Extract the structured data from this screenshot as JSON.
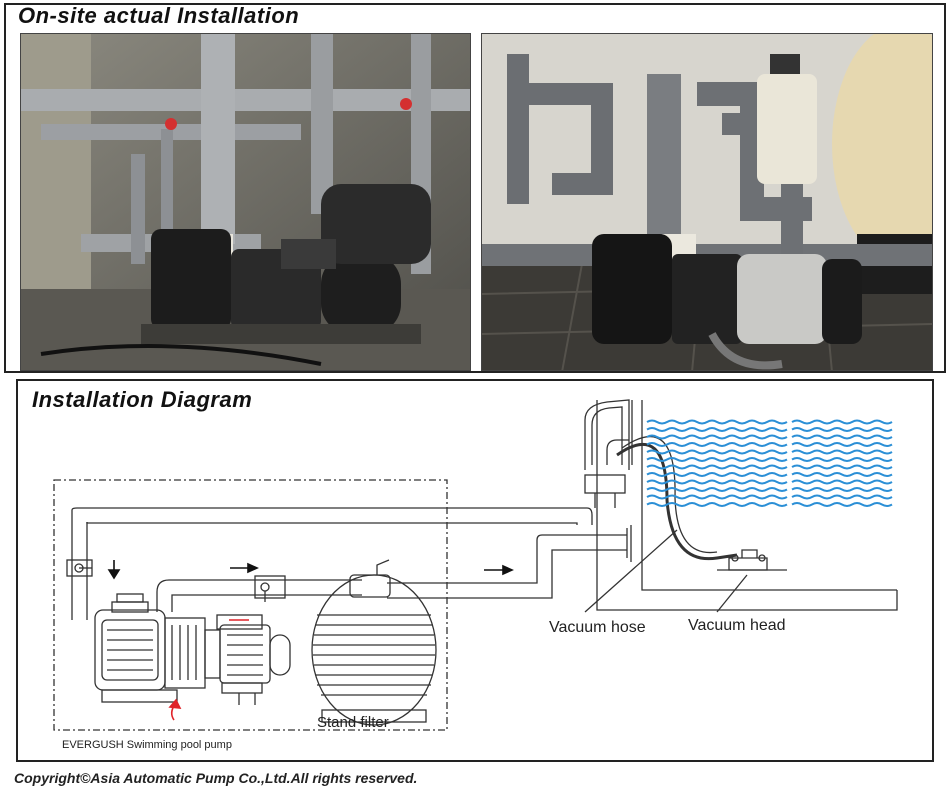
{
  "top_section": {
    "title": "On-site actual Installation"
  },
  "bottom_section": {
    "title": "Installation Diagram"
  },
  "diagram": {
    "labels": {
      "vacuum_hose": "Vacuum hose",
      "vacuum_head": "Vacuum head",
      "stand_filter": "Stand filter",
      "pump": "EVERGUSH Swimming pool pump"
    },
    "colors": {
      "water": "#2b8fd6",
      "pointer": "#e0242a",
      "line": "#333333"
    }
  },
  "footer": {
    "copyright": "Copyright©Asia Automatic Pump Co.,Ltd.All rights reserved."
  }
}
